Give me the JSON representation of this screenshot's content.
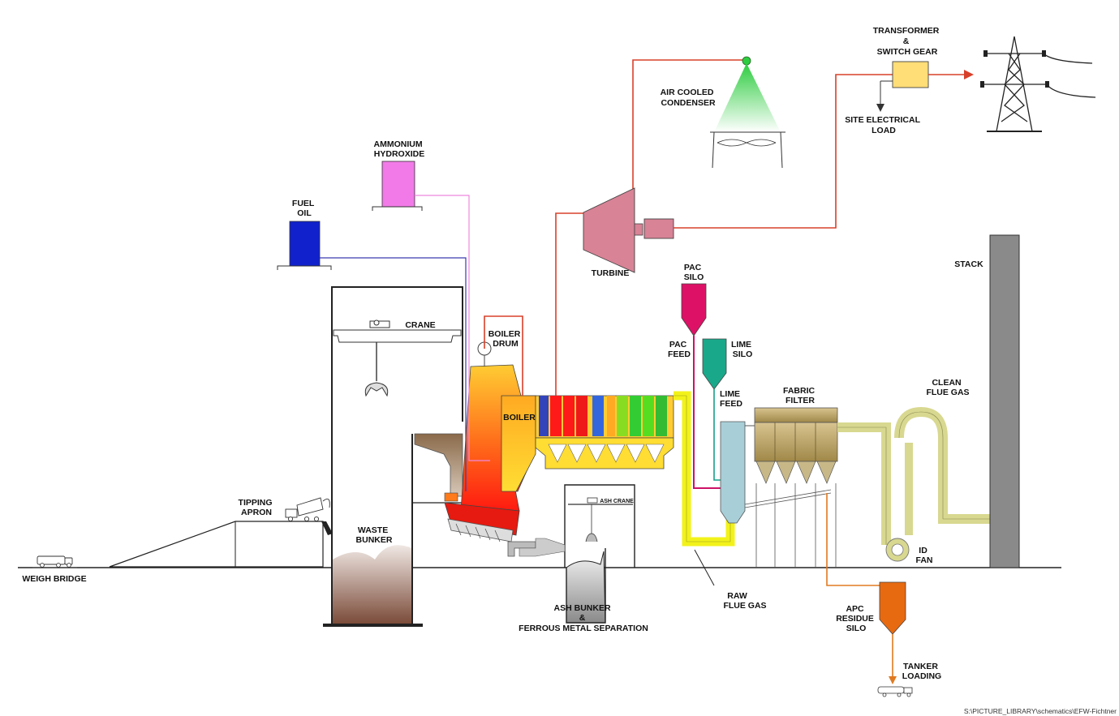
{
  "labels": {
    "transformer": [
      "TRANSFORMER",
      "&",
      "SWITCH GEAR"
    ],
    "site_load": [
      "SITE ELECTRICAL",
      "LOAD"
    ],
    "condenser": [
      "AIR COOLED",
      "CONDENSER"
    ],
    "ammonium": [
      "AMMONIUM",
      "HYDROXIDE"
    ],
    "fuel_oil": [
      "FUEL",
      "OIL"
    ],
    "turbine": "TURBINE",
    "pac_silo": [
      "PAC",
      "SILO"
    ],
    "stack": "STACK",
    "crane": "CRANE",
    "boiler_drum": [
      "BOILER",
      "DRUM"
    ],
    "pac_feed": [
      "PAC",
      "FEED"
    ],
    "lime_silo": [
      "LIME",
      "SILO"
    ],
    "clean_flue_gas": [
      "CLEAN",
      "FLUE GAS"
    ],
    "lime_feed": [
      "LIME",
      "FEED"
    ],
    "fabric_filter": [
      "FABRIC",
      "FILTER"
    ],
    "boiler": "BOILER",
    "ash_crane": "ASH CRANE",
    "tipping_apron": [
      "TIPPING",
      "APRON"
    ],
    "waste_bunker": [
      "WASTE",
      "BUNKER"
    ],
    "id_fan": [
      "ID",
      "FAN"
    ],
    "weigh_bridge": "WEIGH BRIDGE",
    "raw_flue_gas": [
      "RAW",
      "FLUE GAS"
    ],
    "ash_bunker": [
      "ASH BUNKER",
      "&",
      "FERROUS METAL SEPARATION"
    ],
    "apc_residue": [
      "APC",
      "RESIDUE",
      "SILO"
    ],
    "tanker_loading": [
      "TANKER",
      "LOADING"
    ]
  },
  "footer": "S:\\PICTURE_LIBRARY\\schematics\\EFW-Fichtner",
  "colors": {
    "steam_line": "#d8402a",
    "fuel_line": "#3a3ab0",
    "ammonia_line": "#ee88dd",
    "pac_line": "#cc1166",
    "lime_line": "#15a08a",
    "flue_duct": "#f2f21a",
    "clean_duct": "#d8d890",
    "residue_line": "#e07a20",
    "turbine": "#d88396",
    "waste": "#8a5a45",
    "fuel_tank": "#1122cc",
    "ammonium_tank": "#f27ae8",
    "pac_silo": "#dd1166",
    "lime_silo": "#1aa88a",
    "apc_silo": "#e86a10",
    "transformer": "#ffdd77",
    "scrubber": "#a8cfd8",
    "filter_body": "#c0a870",
    "stack": "#8a8a8a"
  }
}
